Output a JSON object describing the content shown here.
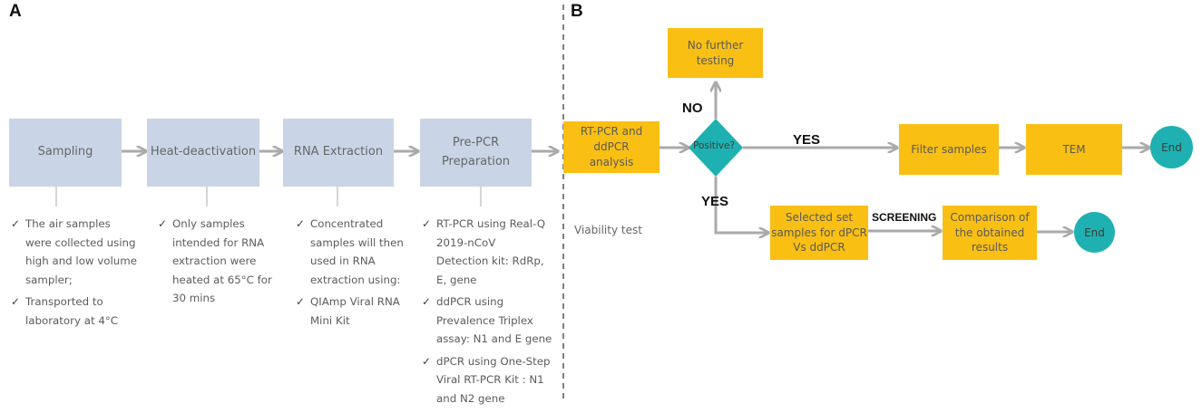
{
  "panels": {
    "a": "A",
    "b": "B"
  },
  "panel_a": {
    "steps": [
      {
        "label": "Sampling"
      },
      {
        "label": "Heat-deactivation"
      },
      {
        "label": "RNA Extraction"
      },
      {
        "label": "Pre-PCR\nPreparation"
      }
    ],
    "details": [
      {
        "items": [
          "The air samples\nwere collected using\nhigh and low volume\nsampler;",
          "Transported to\nlaboratory at 4°C"
        ]
      },
      {
        "items": [
          "Only samples\nintended for RNA\nextraction were\nheated at 65°C for\n30 mins"
        ]
      },
      {
        "items": [
          "Concentrated\nsamples will then\nused in RNA\nextraction using:",
          "QIAmp Viral RNA\nMini Kit"
        ]
      },
      {
        "items": [
          "RT-PCR using Real-Q\n2019-nCoV\nDetection kit: RdRp,\nE, gene",
          "ddPCR using\nPrevalence Triplex\nassay: N1 and E gene",
          "dPCR using One-Step\nViral RT-PCR Kit : N1\nand N2 gene"
        ]
      }
    ],
    "tick": "✓"
  },
  "panel_b": {
    "start": "RT-PCR and\nddPCR\nanalysis",
    "decision": "Positive?",
    "no_label": "NO",
    "no_further": "No further\ntesting",
    "yes_right": "YES",
    "filter": "Filter samples",
    "tem": "TEM",
    "end1": "End",
    "yes_down": "YES",
    "selected": "Selected set\nsamples for dPCR\nVs ddPCR",
    "screening": "SCREENING",
    "comparison": "Comparison of\nthe obtained\nresults",
    "end2": "End",
    "viability": "Viability test"
  },
  "colors": {
    "step_fill": "#c9d5e6",
    "box_fill": "#f9bf13",
    "end_fill": "#1fb1b1",
    "arrow": "#aaaaaa"
  }
}
